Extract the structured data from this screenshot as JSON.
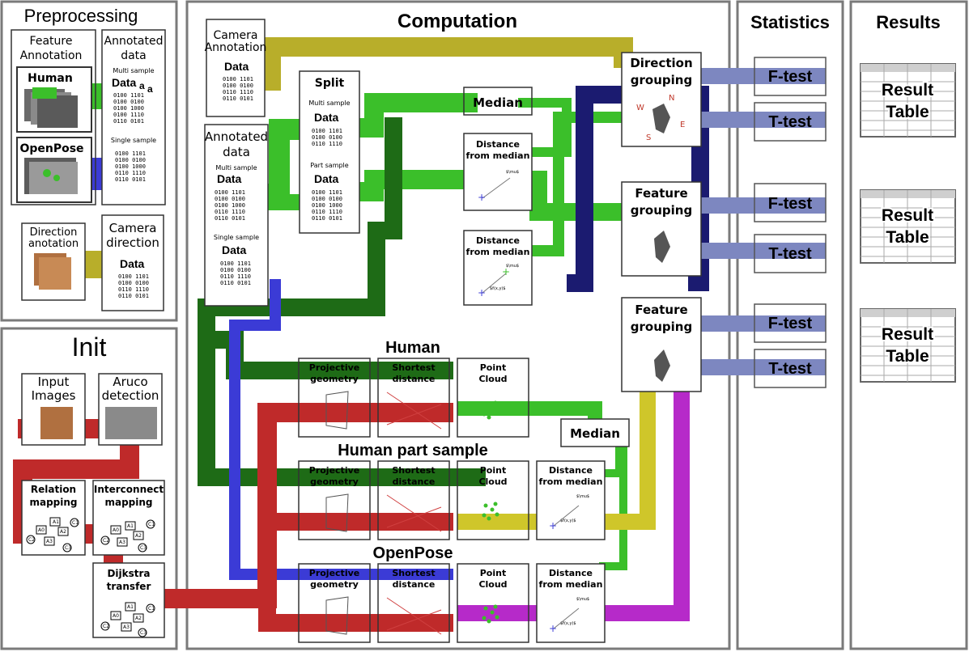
{
  "panels": {
    "preprocessing": "Preprocessing",
    "init": "Init",
    "computation": "Computation",
    "statistics": "Statistics",
    "results": "Results"
  },
  "preprocessing": {
    "feature_annotation": [
      "Feature",
      "Annotation"
    ],
    "annotated_data": [
      "Annotated",
      "data"
    ],
    "multi_sample": "Multi sample",
    "single_sample": "Single sample",
    "human": "Human",
    "openpose": "OpenPose",
    "direction_anotation": [
      "Direction",
      "anotation"
    ],
    "camera_direction": [
      "Camera",
      "direction"
    ],
    "data_word": "Data",
    "subscript": "a"
  },
  "init": {
    "input_images": [
      "Input",
      "Images"
    ],
    "aruco_detection": [
      "Aruco",
      "detection"
    ],
    "relation_mapping": [
      "Relation",
      "mapping"
    ],
    "interconnect_mapping": [
      "Interconnect",
      "mapping"
    ],
    "dijkstra_transfer": [
      "Dijkstra",
      "transfer"
    ],
    "nodes": [
      "A0",
      "A1",
      "A2",
      "A3",
      "C1",
      "C2",
      "C3"
    ]
  },
  "computation": {
    "camera_annotation": [
      "Camera",
      "Annotation"
    ],
    "annotated_data": [
      "Annotated",
      "data"
    ],
    "multi_sample": "Multi sample",
    "single_sample": "Single sample",
    "split": "Split",
    "split_multi": "Multi sample",
    "split_part": "Part sample",
    "median": "Median",
    "distance_from_median": [
      "Distance",
      "from median"
    ],
    "mu": "$\\mu$",
    "xy": "$f(x,y)$",
    "direction_grouping": [
      "Direction",
      "grouping"
    ],
    "feature_grouping": [
      "Feature",
      "grouping"
    ],
    "compass": [
      "N",
      "E",
      "S",
      "W"
    ],
    "human": "Human",
    "human_part_sample": "Human part sample",
    "openpose": "OpenPose",
    "projective_geometry": [
      "Projective",
      "geometry"
    ],
    "shortest_distance": [
      "Shortest",
      "distance"
    ],
    "point_cloud": [
      "Point",
      "Cloud"
    ],
    "median_box": "Median"
  },
  "statistics": {
    "f_test": "F-test",
    "t_test": "T-test"
  },
  "results": {
    "result_table": [
      "Result",
      "Table"
    ]
  },
  "colors": {
    "olive": "#b8ae2a",
    "green": "#3bbf2a",
    "dark_green": "#1e6b16",
    "navy": "#1b1b70",
    "blue": "#3b3bd6",
    "red": "#bf2a2a",
    "yellow": "#cfc62a",
    "magenta": "#b62ac9",
    "lavender": "#7d87c0"
  }
}
